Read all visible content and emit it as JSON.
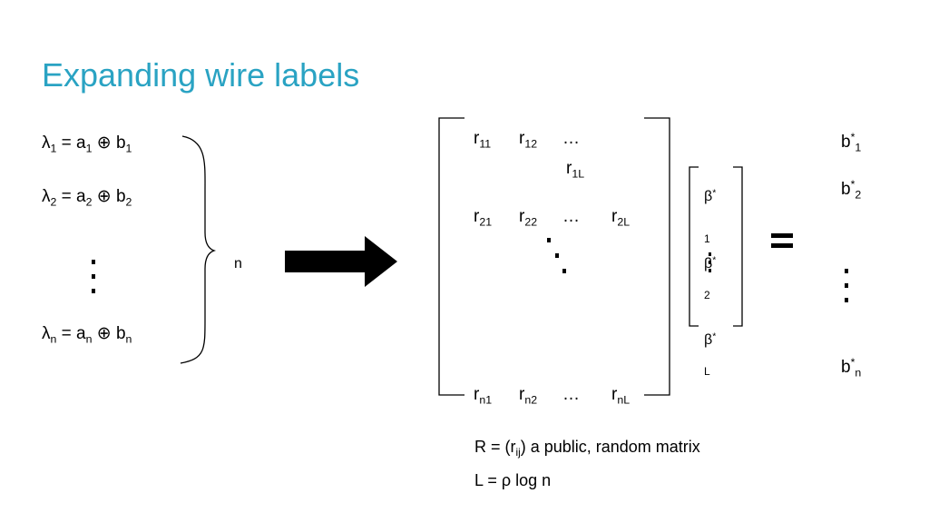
{
  "title": "Expanding wire labels",
  "equations": {
    "e1": {
      "lhs": "λ",
      "i": "1",
      "eq": " = a",
      "plus": " ⊕ b"
    },
    "e2": {
      "lhs": "λ",
      "i": "2",
      "eq": " = a",
      "plus": " ⊕ b"
    },
    "en": {
      "lhs": "λ",
      "i": "n",
      "eq": " = a",
      "plus": " ⊕ b"
    }
  },
  "brace_label": "n",
  "matrix": {
    "r": "r",
    "ellipsis": "…",
    "sub_11": "11",
    "sub_12": "12",
    "sub_1L": "1L",
    "sub_21": "21",
    "sub_22": "22",
    "sub_2L": "2L",
    "sub_n1": "n1",
    "sub_n2": "n2",
    "sub_nL": "nL"
  },
  "beta": {
    "symbol": "β",
    "star": "*",
    "idx1": "1",
    "idx2": "2",
    "idxL": "L"
  },
  "result": {
    "b": "b",
    "star": "*",
    "i1": "1",
    "i2": "2",
    "in": "n"
  },
  "notes": {
    "r_def_pre": "R = (r",
    "r_def_sub": "ij",
    "r_def_post": ") a public, random matrix",
    "l_def": "L = ρ log n"
  },
  "colors": {
    "title": "#2aa3c3",
    "text": "#000000"
  }
}
